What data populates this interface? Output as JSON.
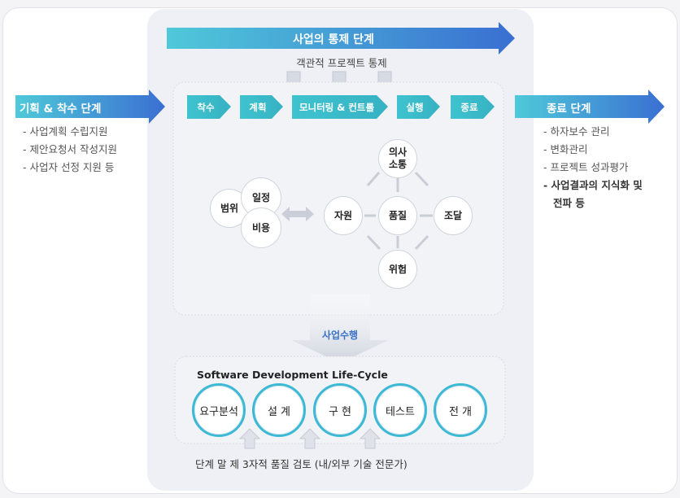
{
  "top_banner": "사업의 통제 단계",
  "objective_control": "객관적 프로젝트 통제",
  "left": {
    "title": "기획 & 착수 단계",
    "items": [
      "- 사업계획 수립지원",
      "- 제안요청서 작성지원",
      "- 사업자 선정 지원 등"
    ]
  },
  "right": {
    "title": "종료 단계",
    "items": [
      "- 하자보수 관리",
      "- 변화관리",
      "- 프로젝트 성과평가",
      "- 사업결과의 지식화 및",
      "전파 등"
    ]
  },
  "phases": [
    "착수",
    "계획",
    "모니터링 & 컨트롤",
    "실행",
    "종료"
  ],
  "areas": {
    "scope": "범위",
    "schedule": "일정",
    "cost": "비용",
    "communication": "의사\n소통",
    "resource": "자원",
    "quality": "품질",
    "procurement": "조달",
    "risk": "위험"
  },
  "execution_label": "사업수행",
  "sdlc_title": "Software Development Life-Cycle",
  "sdlc_steps": [
    "요구분석",
    "설 계",
    "구 현",
    "테스트",
    "전 개"
  ],
  "footer_note": "단계 말 제 3자적 품질 검토 (내/외부 기술 전문가)",
  "colors": {
    "arrow_start": "#4ec6d8",
    "arrow_end": "#3b6fd0",
    "accent_text": "#3a72c8",
    "circle_ring": "#3cb9d4"
  }
}
